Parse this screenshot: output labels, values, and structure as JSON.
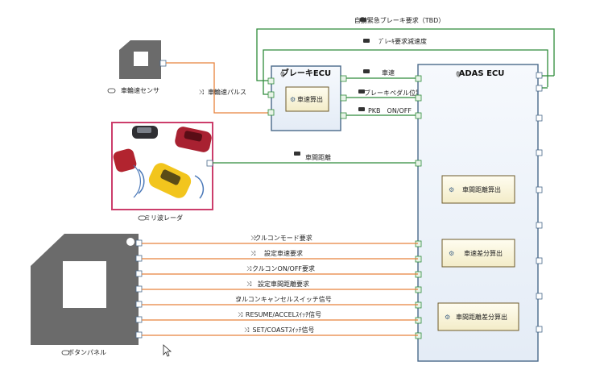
{
  "blocks": {
    "wheel_sensor": "車輪速センサ",
    "radar": "ミリ波レーダ",
    "button_panel": "ボタンパネル",
    "brake_ecu": "ブレーキECU",
    "adas_ecu": "ADAS ECU"
  },
  "functions": {
    "speed_calc": "車速算出",
    "distance_calc": "車間距離算出",
    "speed_diff_calc": "車速差分算出",
    "distance_diff_calc": "車間距離差分算出"
  },
  "signals": {
    "auto_brake_request": "自動緊急ブレーキ要求（TBD）",
    "brake_decel_request": "ﾌﾞﾚｰｷ要求減速度",
    "wheel_pulse": "車輪速パルス",
    "vehicle_speed": "車速",
    "brake_pedal": "ブレーキペダル位置",
    "pkb": "PKB　ON/OFF",
    "distance": "車間距離",
    "cruise_mode": "クルコンモード要求",
    "set_speed": "設定車速要求",
    "cruise_onoff": "クルコンON/OFF要求",
    "set_distance": "設定車間距離要求",
    "cancel_switch": "クルコンキャンセルスイッチ信号",
    "resume_accel": "RESUME/ACCELｽｲｯﾁ信号",
    "set_coast": "SET/COASTｽｲｯﾁ信号"
  },
  "colors": {
    "green_line": "#2e8b3a",
    "orange_line": "#e8823c",
    "block_border": "#4a6a8a",
    "block_fill": "#eef3f9",
    "radar_border": "#cc3d6b"
  }
}
